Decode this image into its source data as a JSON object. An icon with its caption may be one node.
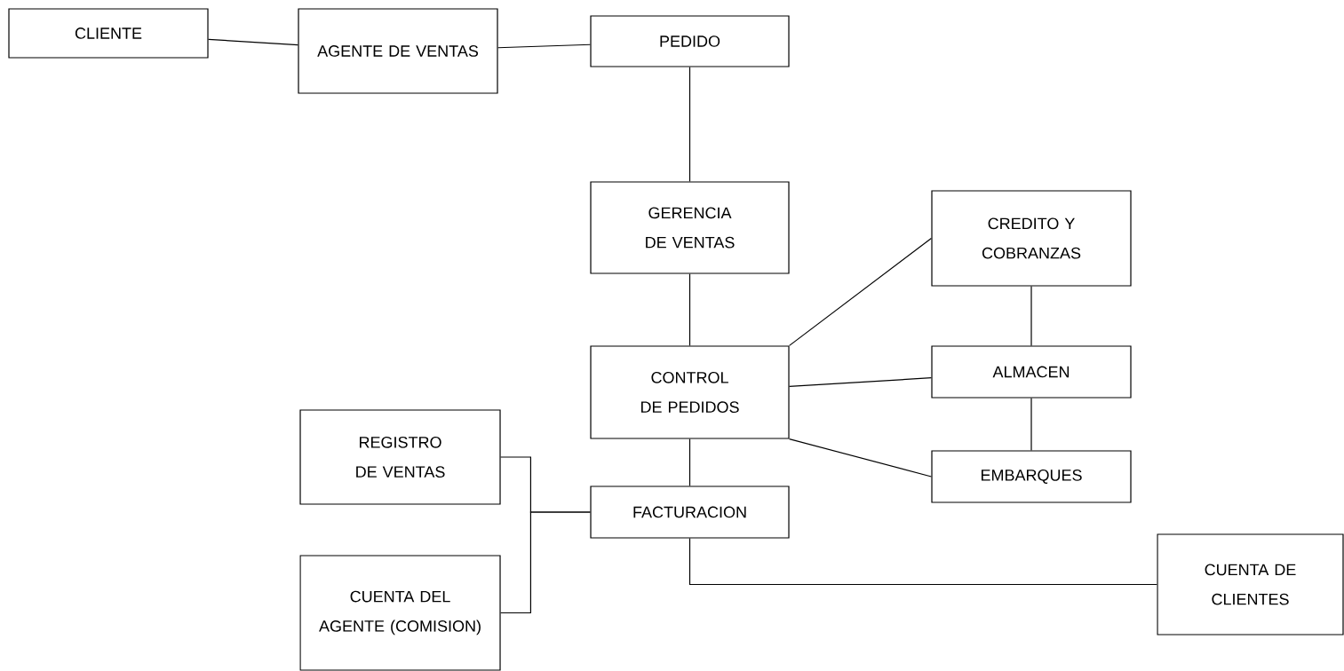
{
  "diagram": {
    "nodes": [
      {
        "text": [
          "CLIENTE"
        ]
      },
      {
        "text": [
          "AGENTE DE VENTAS"
        ]
      },
      {
        "text": [
          "PEDIDO"
        ]
      },
      {
        "text": [
          "GERENCIA DE VENTAS"
        ]
      },
      {
        "text": [
          "CREDITO Y COBRANZAS"
        ]
      },
      {
        "text": [
          "CONTROL DE PEDIDOS"
        ]
      },
      {
        "text": [
          "ALMACEN"
        ]
      },
      {
        "text": [
          "REGISTRO DE VENTAS"
        ]
      },
      {
        "text": [
          "EMBARQUES"
        ]
      },
      {
        "text": [
          "FACTURACION"
        ]
      },
      {
        "text": [
          "CUENTA DEL AGENTE (COMISION)"
        ]
      },
      {
        "text": [
          "CUENTA DE CLIENTES"
        ]
      }
    ],
    "edges": [
      {
        "from": 0,
        "to": 1,
        "arrow": "none"
      },
      {
        "from": 1,
        "to": 2,
        "arrow": "none"
      },
      {
        "from": 2,
        "to": 3,
        "arrow": "none"
      },
      {
        "from": 3,
        "to": 5,
        "arrow": "none"
      },
      {
        "from": 5,
        "to": 4,
        "arrow": "none"
      },
      {
        "from": 5,
        "to": 6,
        "arrow": "none"
      },
      {
        "from": 5,
        "to": 8,
        "arrow": "none"
      },
      {
        "from": 4,
        "to": 6,
        "arrow": "none"
      },
      {
        "from": 6,
        "to": 8,
        "arrow": "none"
      },
      {
        "from": 5,
        "to": 9,
        "arrow": "none"
      },
      {
        "from": 9,
        "to": 7,
        "arrow": "none"
      },
      {
        "from": 9,
        "to": 10,
        "arrow": "none"
      },
      {
        "from": 9,
        "to": 11,
        "arrow": "none"
      }
    ]
  }
}
